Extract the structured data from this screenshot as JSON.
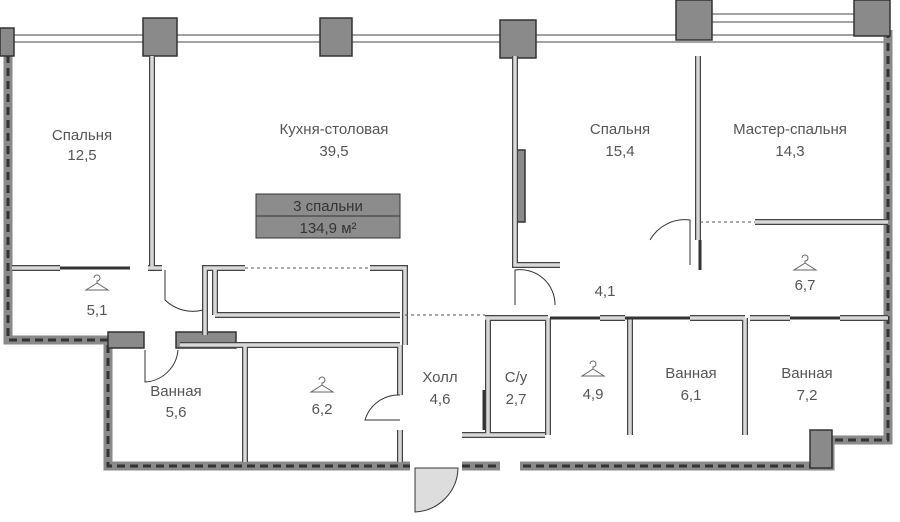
{
  "badge": {
    "bedrooms": "3 спальни",
    "area": "134,9 м²"
  },
  "rooms": [
    {
      "name": "Спальня",
      "area": "12,5"
    },
    {
      "name": "Кухня-столовая",
      "area": "39,5"
    },
    {
      "name": "Спальня",
      "area": "15,4"
    },
    {
      "name": "Мастер-спальня",
      "area": "14,3"
    },
    {
      "name": "",
      "area": "5,1",
      "icon": "hanger-icon"
    },
    {
      "name": "",
      "area": "4,1"
    },
    {
      "name": "",
      "area": "6,7",
      "icon": "hanger-icon"
    },
    {
      "name": "Ванная",
      "area": "5,6"
    },
    {
      "name": "",
      "area": "6,2",
      "icon": "hanger-icon"
    },
    {
      "name": "Холл",
      "area": "4,6"
    },
    {
      "name": "С/у",
      "area": "2,7"
    },
    {
      "name": "",
      "area": "4,9",
      "icon": "hanger-icon"
    },
    {
      "name": "Ванная",
      "area": "6,1"
    },
    {
      "name": "Ванная",
      "area": "7,2"
    }
  ],
  "colors": {
    "wall": "#d8d8d8",
    "outline": "#444444",
    "badge": "#8c8c8c"
  }
}
